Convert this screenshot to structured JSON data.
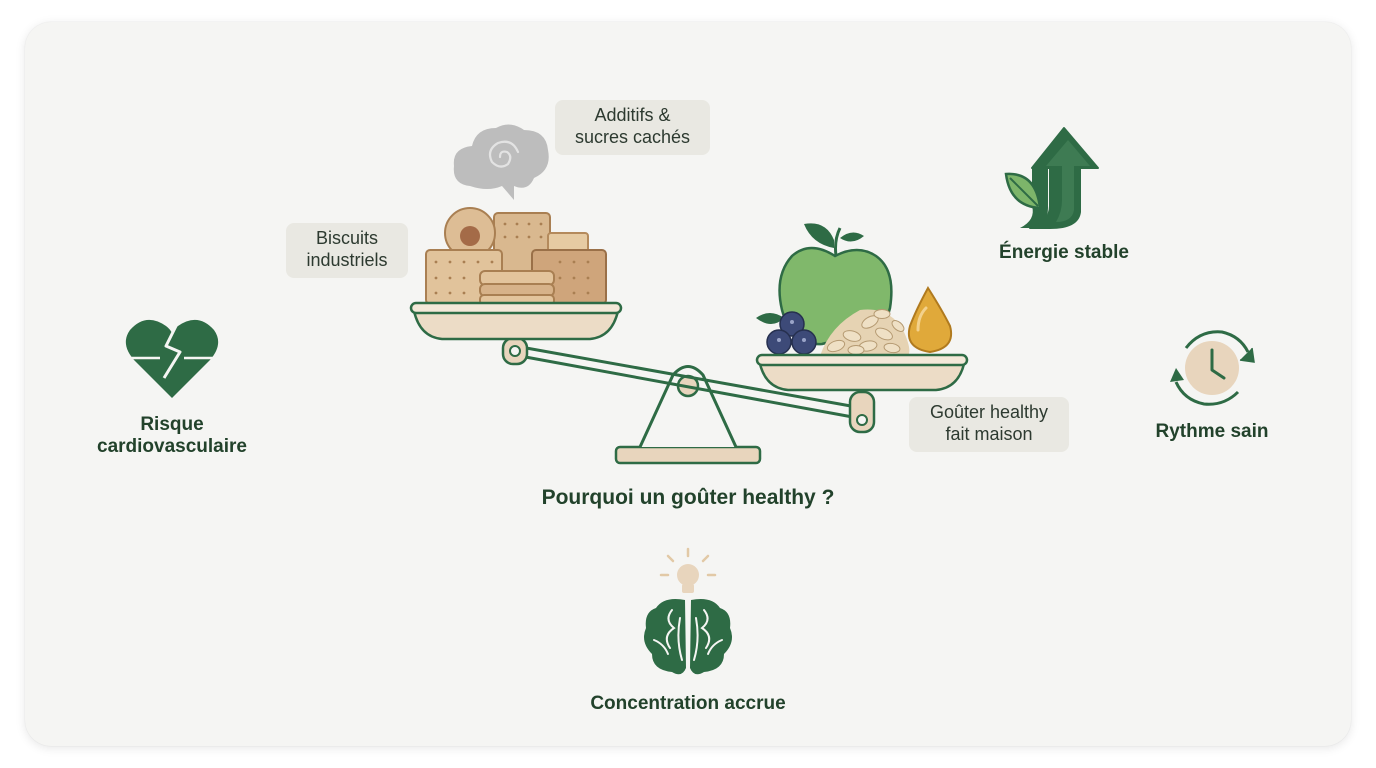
{
  "diagram": {
    "title": "Pourquoi un goûter healthy ?",
    "left_pan": {
      "label_lines": [
        "Biscuits",
        "industriels"
      ],
      "callout_lines": [
        "Additifs &",
        "sucres cachés"
      ]
    },
    "right_pan": {
      "label_lines": [
        "Goûter healthy",
        "fait maison"
      ]
    },
    "benefits": {
      "cardio": {
        "lines": [
          "Risque",
          "cardiovasculaire"
        ],
        "icon": "broken-heart-icon"
      },
      "energy": {
        "lines": [
          "Énergie stable"
        ],
        "icon": "leaf-arrow-up-icon"
      },
      "rhythm": {
        "lines": [
          "Rythme sain"
        ],
        "icon": "clock-cycle-icon"
      },
      "focus": {
        "lines": [
          "Concentration accrue"
        ],
        "icon": "brain-lightbulb-icon"
      }
    },
    "colors": {
      "dark_green": "#2e6b45",
      "apple_green": "#7db56a",
      "beige": "#e8d5bd",
      "biscuit": "#d9b88f",
      "smoke_gray": "#b9b9b9",
      "honey": "#e0a93a",
      "blueberry": "#3d4a78"
    }
  }
}
